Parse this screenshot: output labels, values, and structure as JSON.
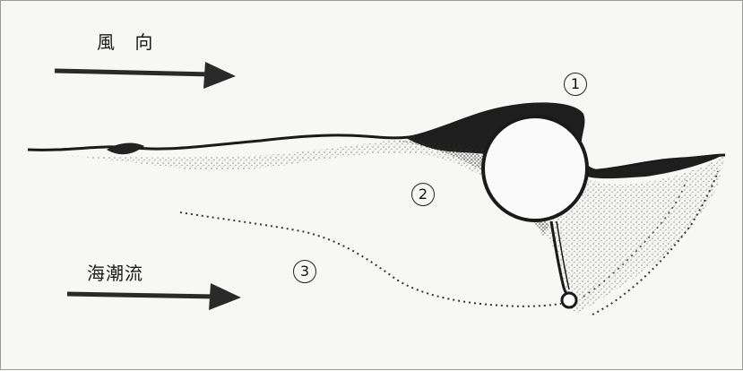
{
  "labels": {
    "wind_direction": "風 向",
    "ocean_current": "海潮流"
  },
  "markers": {
    "m1": "1",
    "m2": "2",
    "m3": "3"
  },
  "colors": {
    "ink": "#1a1a1a",
    "paper": "#f7f7f5"
  }
}
